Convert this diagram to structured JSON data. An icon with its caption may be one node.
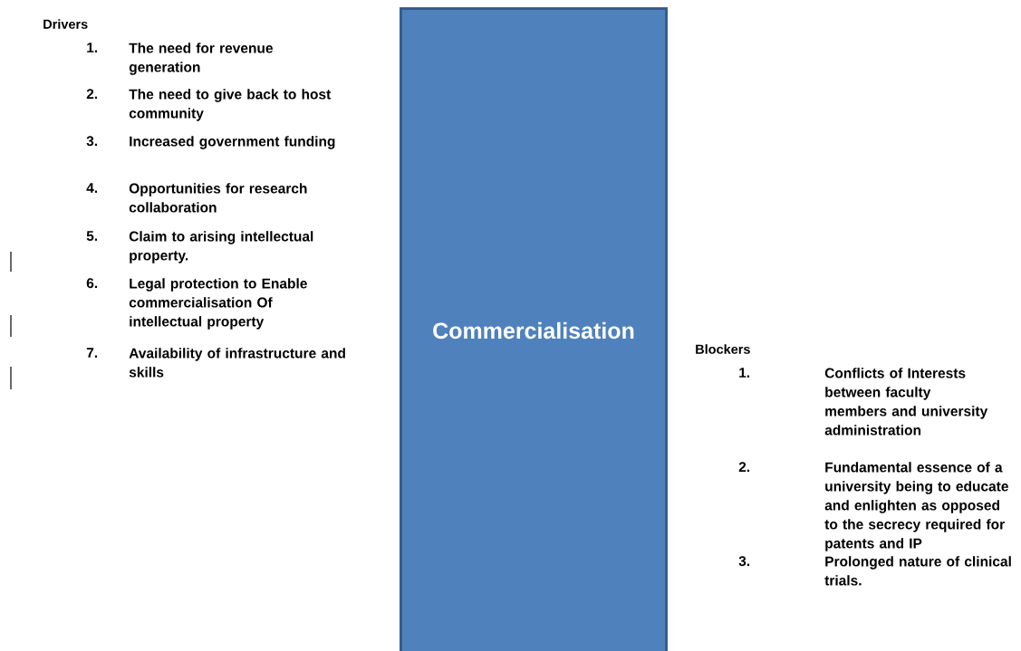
{
  "diagram": {
    "nodes": [
      {
        "text": [
          "Commercialisation"
        ]
      }
    ],
    "labels": [
      "Drivers",
      "1.",
      "The need for revenue generation",
      "2.",
      "The need to give back to host community",
      "3.",
      "Increased government funding",
      "4.",
      "Opportunities for research collaboration",
      "5.",
      "Claim to arising intellectual property.",
      "6.",
      "Legal protection to Enable commercialisation Of intellectual property",
      "7.",
      "Availability of infrastructure and skills",
      "Blockers",
      "1.",
      "Conflicts of Interests between faculty members and university administration",
      "2.",
      "Fundamental essence of a university being to educate and enlighten as opposed to the secrecy required for patents and IP",
      "3.",
      "Prolonged nature of clinical trials."
    ]
  }
}
